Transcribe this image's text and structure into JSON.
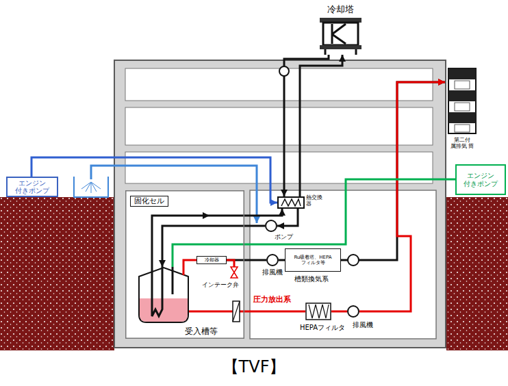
{
  "diagram": {
    "title": "【TVF】",
    "nodes": [
      {
        "text": [
          "冷却塔"
        ]
      },
      {
        "text": [
          "第二付 属排気 筒"
        ]
      },
      {
        "text": [
          "エンジン 付きポンプ"
        ]
      },
      {
        "text": [
          "エンジン 付きポンプ"
        ]
      },
      {
        "text": [
          "固化セル"
        ]
      },
      {
        "text": [
          "受入槽等"
        ],
        "in": 4
      },
      {
        "text": [
          "冷却器"
        ],
        "in": 4
      },
      {
        "text": [
          "インテーク弁"
        ],
        "in": 4
      },
      {
        "text": [
          "熱交換 器"
        ]
      },
      {
        "text": [
          "ポンプ"
        ]
      },
      {
        "text": [
          "排風機"
        ]
      },
      {
        "text": [
          "Ru吸着塔、HEPA フィルタ等"
        ]
      },
      {
        "text": [
          "HEPAフィルタ"
        ]
      },
      {
        "text": [
          "排風機"
        ]
      }
    ],
    "edges": [
      {
        "from": 5,
        "to": 6,
        "arrow": "none"
      },
      {
        "from": 6,
        "to": 10,
        "arrow": "none"
      },
      {
        "from": 6,
        "to": 7,
        "arrow": "none"
      },
      {
        "from": 10,
        "to": 11,
        "arrow": "none"
      },
      {
        "from": 11,
        "to": 1,
        "arrow": "to"
      },
      {
        "from": 5,
        "to": 12,
        "arrow": "none"
      },
      {
        "from": 12,
        "to": 13,
        "arrow": "none"
      },
      {
        "from": 13,
        "to": 1,
        "arrow": "to"
      },
      {
        "from": 5,
        "to": 8,
        "arrow": "to"
      },
      {
        "from": 8,
        "to": 9,
        "arrow": "to"
      },
      {
        "from": 9,
        "to": 5,
        "arrow": "to"
      },
      {
        "from": 2,
        "to": 8,
        "arrow": "to"
      },
      {
        "from": 0,
        "to": 8,
        "arrow": "to"
      },
      {
        "from": 8,
        "to": 0,
        "arrow": "to"
      },
      {
        "from": 3,
        "to": 5,
        "arrow": "none"
      }
    ],
    "labels": [
      "槽類換気系",
      "圧力放出系"
    ]
  }
}
